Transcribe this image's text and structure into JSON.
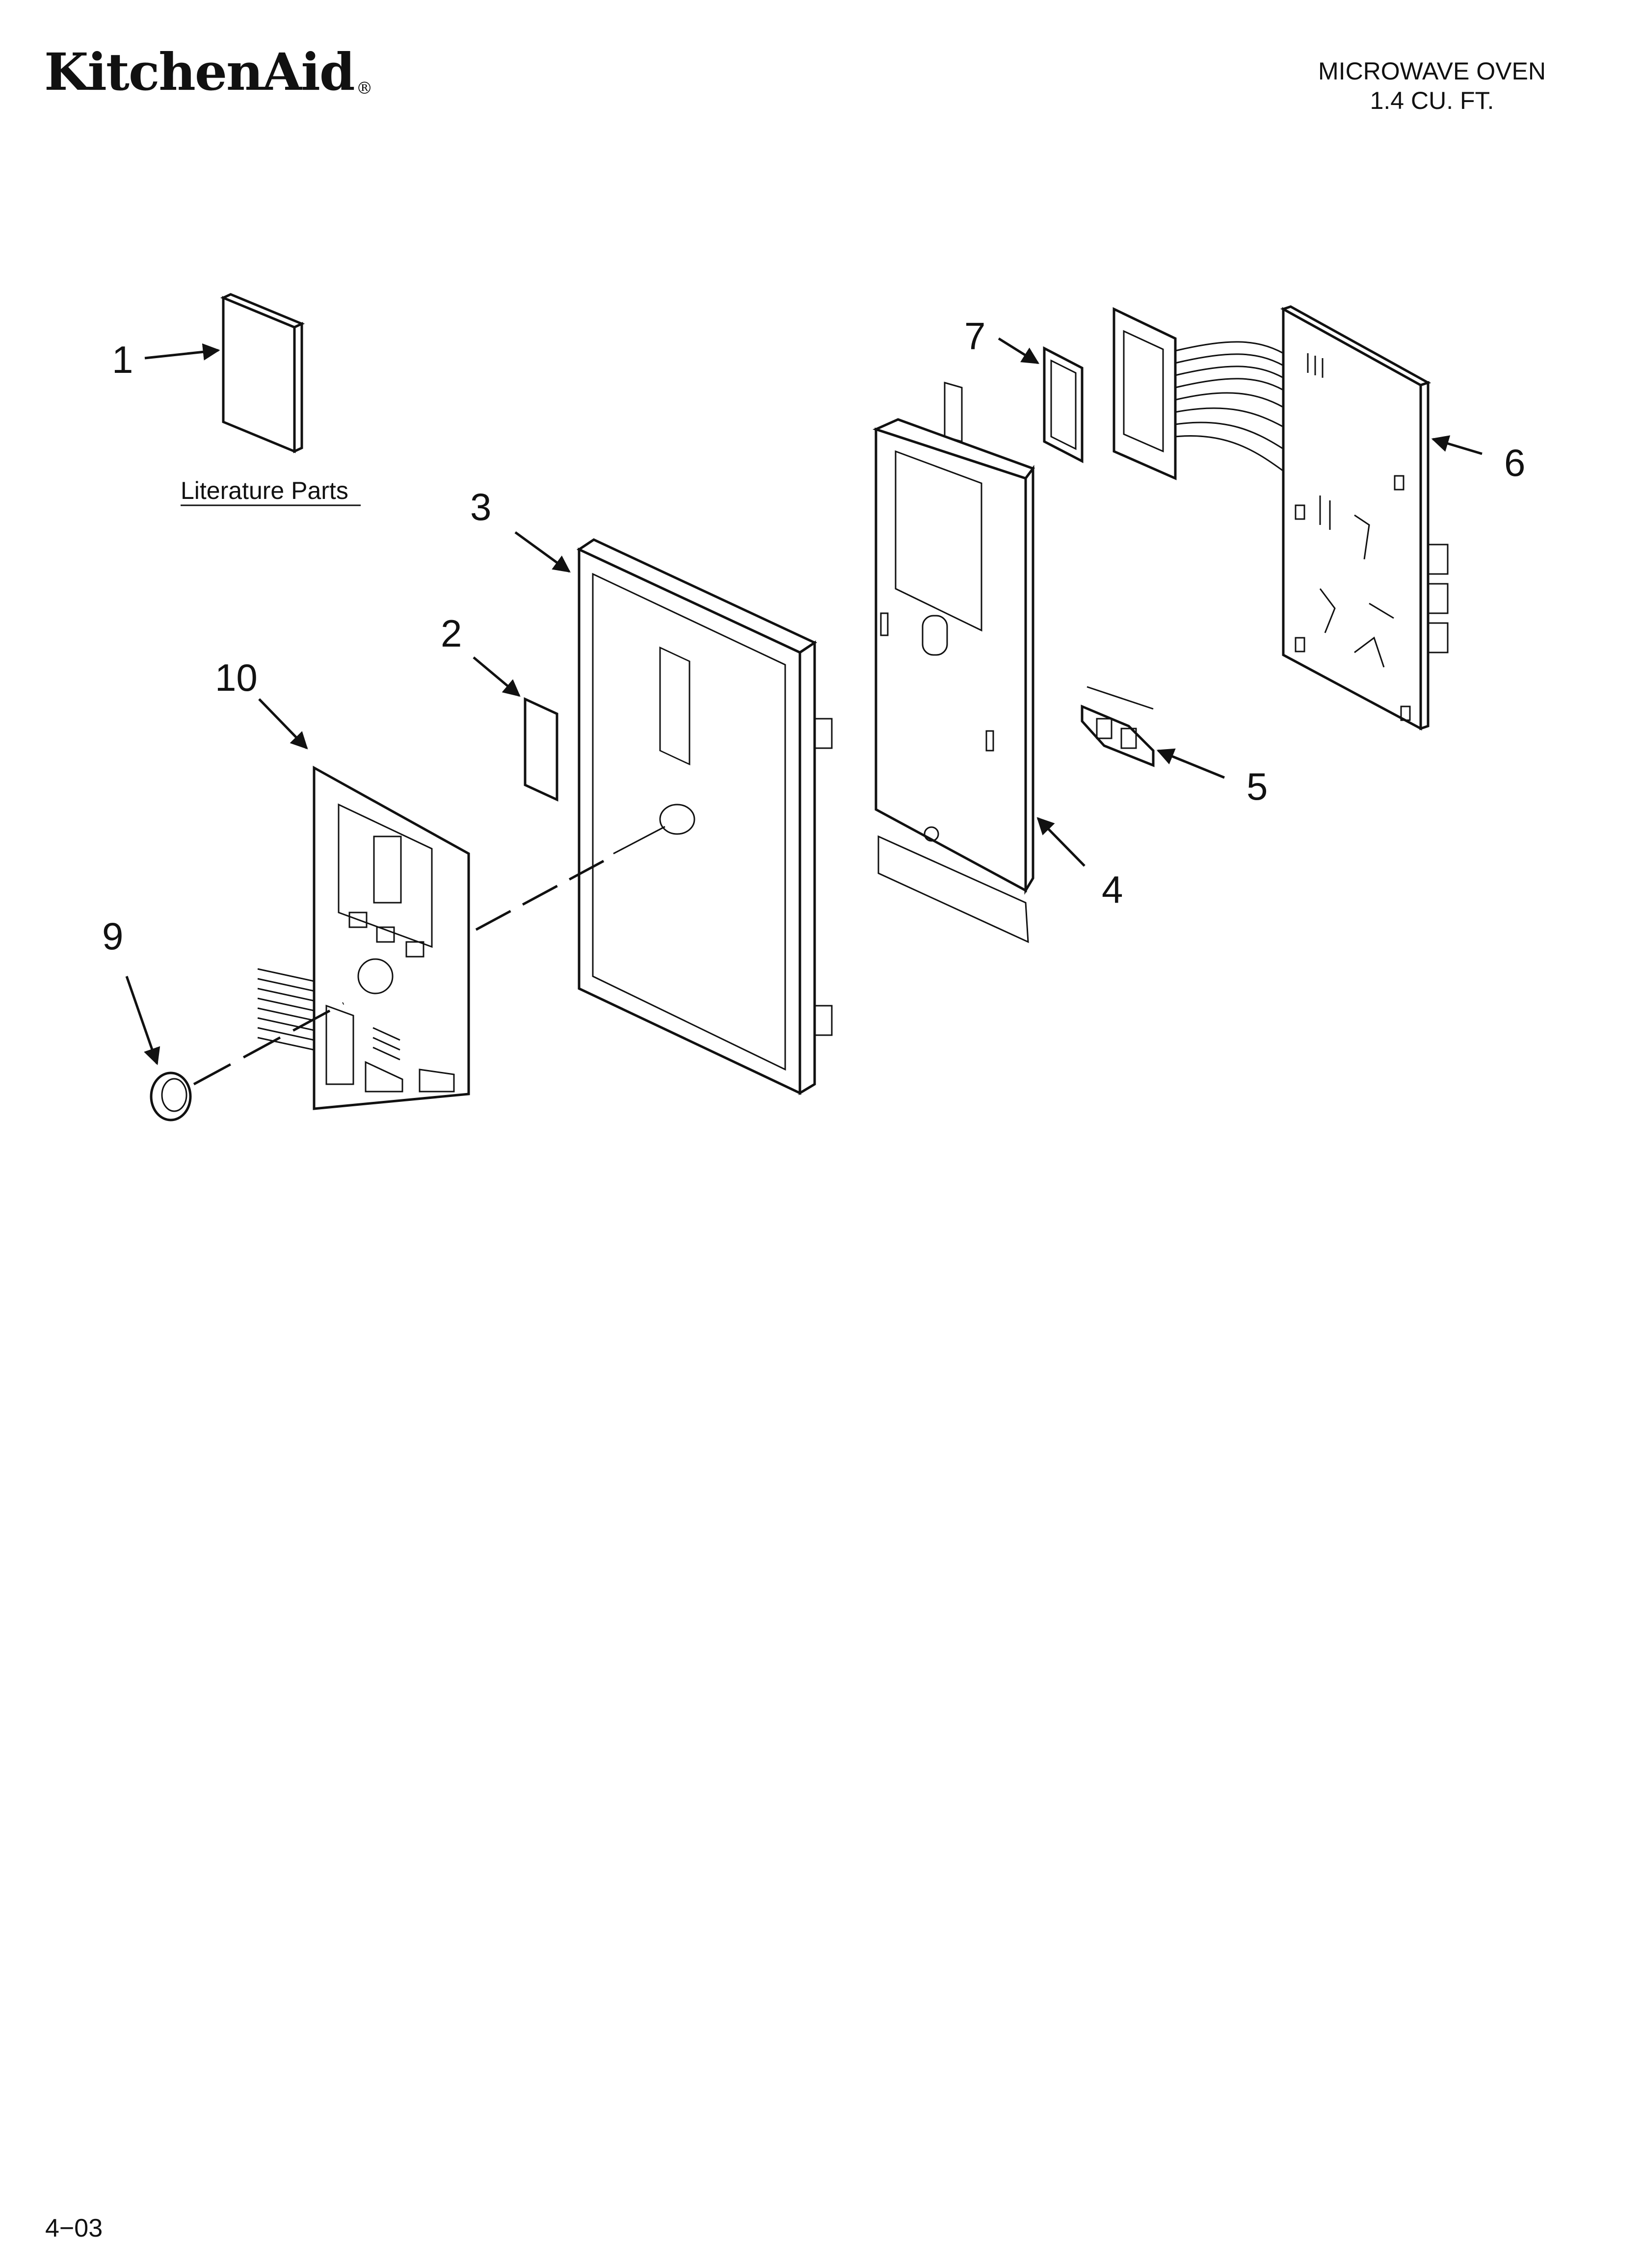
{
  "header": {
    "brand": "KitchenAid",
    "brand_mark": "®",
    "product": "MICROWAVE OVEN",
    "capacity": "1.4 CU. FT."
  },
  "footer": {
    "code": "4−03"
  },
  "diagram": {
    "literature_label": "Literature Parts",
    "callouts": {
      "c1": "1",
      "c2": "2",
      "c3": "3",
      "c4": "4",
      "c5": "5",
      "c6": "6",
      "c7": "7",
      "c9": "9",
      "c10": "10"
    }
  }
}
